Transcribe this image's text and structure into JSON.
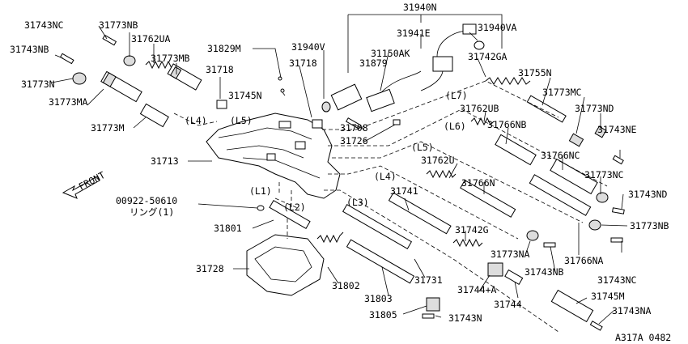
{
  "labels": {
    "p31940N": "31940N",
    "p31743NC_a": "31743NC",
    "p31773NB_a": "31773NB",
    "p31743NB_a": "31743NB",
    "p31762UA": "31762UA",
    "p31773MB": "31773MB",
    "p31829M": "31829M",
    "p31940V": "31940V",
    "p31941E": "31941E",
    "p31940VA": "31940VA",
    "p31150AK": "31150AK",
    "p31879": "31879",
    "p31742GA": "31742GA",
    "p31773N": "31773N",
    "p31718_a": "31718",
    "p31718_b": "31718",
    "p31745N": "31745N",
    "p31755N": "31755N",
    "p31773MA": "31773MA",
    "p31773MC": "31773MC",
    "p31773ND": "31773ND",
    "p31762UB": "31762UB",
    "p31773M": "31773M",
    "p31766NB": "31766NB",
    "p31708": "31708",
    "p31743NE": "31743NE",
    "p31726": "31726",
    "p31713": "31713",
    "p31766NC": "31766NC",
    "p31762U": "31762U",
    "p31773NC_b": "31773NC",
    "p31766N": "31766N",
    "p31741": "31741",
    "p31743ND": "31743ND",
    "p00922": "00922-50610",
    "p_ring": "リング(1)",
    "p31773NB_b": "31773NB",
    "p31801": "31801",
    "p31742G": "31742G",
    "p31773NA": "31773NA",
    "p31766NA": "31766NA",
    "p31743NB_b": "31743NB",
    "p31743NC_b": "31743NC",
    "p31728": "31728",
    "p31731": "31731",
    "p31744A": "31744+A",
    "p31802": "31802",
    "p31803": "31803",
    "p31744": "31744",
    "p31745M": "31745M",
    "p31805": "31805",
    "p31743N": "31743N",
    "p31743NA": "31743NA",
    "front": "FRONT",
    "figure_code": "A317A 0482"
  },
  "bore_labels": {
    "L1": "(L1)",
    "L2": "(L2)",
    "L3": "(L3)",
    "L4_left": "(L4)",
    "L4_right": "(L4)",
    "L5_left": "(L5)",
    "L5_right": "(L5)",
    "L6": "(L6)",
    "L7": "(L7)"
  }
}
